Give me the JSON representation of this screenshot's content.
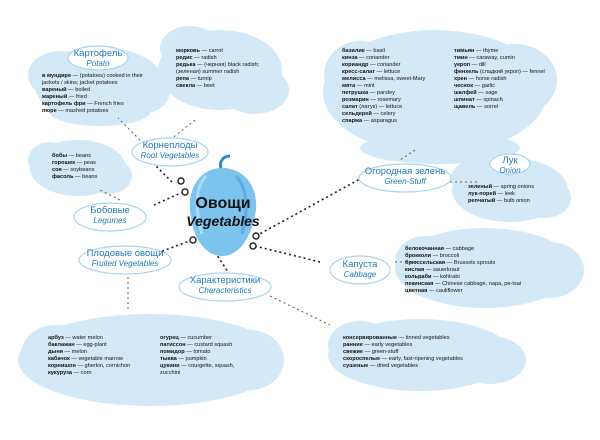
{
  "hub": {
    "ru": "Овощи",
    "en": "Vegetables"
  },
  "branches": {
    "root": {
      "ru": "Корнеплоды",
      "en": "Root Vegetables"
    },
    "potato": {
      "ru": "Картофель",
      "en": "Potato"
    },
    "legumes": {
      "ru": "Бобовые",
      "en": "Legumes"
    },
    "fruited": {
      "ru": "Плодовые овощи",
      "en": "Fruited Vegetables"
    },
    "characteristics": {
      "ru": "Характеристики",
      "en": "Characteristics"
    },
    "greenstuff": {
      "ru": "Огородная зелень",
      "en": "Green-Stuff"
    },
    "onion": {
      "ru": "Лук",
      "en": "Onion"
    },
    "cabbage": {
      "ru": "Капуста",
      "en": "Cabbage"
    }
  },
  "lists": {
    "potato": [
      {
        "k": "в мундире",
        "v": " — (potatoes) cooked in their"
      },
      {
        "k": "",
        "v": "jackets / skins; jacket potatoes"
      },
      {
        "k": "вареный",
        "v": " — boiled"
      },
      {
        "k": "жареный",
        "v": " — fried"
      },
      {
        "k": "картофель фри",
        "v": " — French fries"
      },
      {
        "k": "пюре",
        "v": " — mashed potatoes"
      }
    ],
    "root": [
      {
        "k": "морковь",
        "v": " — carrot"
      },
      {
        "k": "редис",
        "v": " — radish"
      },
      {
        "k": "редька",
        "v": " — (черная) black radish;"
      },
      {
        "k": "",
        "v": "(зеленая) summer radish"
      },
      {
        "k": "репа",
        "v": " — turnip"
      },
      {
        "k": "свекла",
        "v": " — beet"
      }
    ],
    "legumes": [
      {
        "k": "бобы",
        "v": " — beans"
      },
      {
        "k": "горошек",
        "v": " — peas"
      },
      {
        "k": "соя",
        "v": " — soybeans"
      },
      {
        "k": "фасоль",
        "v": " — beans"
      }
    ],
    "green1": [
      {
        "k": "базилик",
        "v": " — basil"
      },
      {
        "k": "кинза",
        "v": " — coriander"
      },
      {
        "k": "кориандр",
        "v": " — coriander"
      },
      {
        "k": "кресс-салат",
        "v": " — lettuce"
      },
      {
        "k": "мелисса",
        "v": " — melissa, sweet-Mary"
      },
      {
        "k": "мята",
        "v": " — mint"
      },
      {
        "k": "петрушка",
        "v": " — parsley"
      },
      {
        "k": "розмарин",
        "v": " — rosemary"
      },
      {
        "k": "салат",
        "v": " (латук) — lettuce"
      },
      {
        "k": "сельдерей",
        "v": " — celery"
      },
      {
        "k": "спаржа",
        "v": " — asparagus"
      }
    ],
    "green2": [
      {
        "k": "тимьян",
        "v": " — thyme"
      },
      {
        "k": "тмин",
        "v": " — caraway, cumin"
      },
      {
        "k": "укроп",
        "v": " — dill"
      },
      {
        "k": "фенхель",
        "v": " (сладкий укроп) — fennel"
      },
      {
        "k": "хрен",
        "v": " — horse radish"
      },
      {
        "k": "чеснок",
        "v": " — garlic"
      },
      {
        "k": "шалфей",
        "v": " — sage"
      },
      {
        "k": "шпинат",
        "v": " — spinach"
      },
      {
        "k": "щавель",
        "v": " — sorrel"
      }
    ],
    "onion": [
      {
        "k": "зеленый",
        "v": " — spring onions"
      },
      {
        "k": "лук-порей",
        "v": " — leek"
      },
      {
        "k": "репчатый",
        "v": " — bulb onion"
      }
    ],
    "cabbage": [
      {
        "k": "белокочанная",
        "v": " — cabbage"
      },
      {
        "k": "брокколи",
        "v": " — broccoli"
      },
      {
        "k": "брюссельская",
        "v": " — Brussels sprouts"
      },
      {
        "k": "кислая",
        "v": " — sauerkraut"
      },
      {
        "k": "кольраби",
        "v": " — kohlrabi"
      },
      {
        "k": "пекинская",
        "v": " — Chinese cabbage, napa, pe-tsai"
      },
      {
        "k": "цветная",
        "v": " — cauliflower"
      }
    ],
    "fruited1": [
      {
        "k": "арбуз",
        "v": " — water melon"
      },
      {
        "k": "баклажан",
        "v": " — egg-plant"
      },
      {
        "k": "дыня",
        "v": " — melon"
      },
      {
        "k": "кабачок",
        "v": " — vegetable marrow"
      },
      {
        "k": "корнишон",
        "v": " — gherkin, cornichon"
      },
      {
        "k": "кукуруза",
        "v": " — corn"
      }
    ],
    "fruited2": [
      {
        "k": "огурец",
        "v": " — cucumber"
      },
      {
        "k": "патиссон",
        "v": " — custard squash"
      },
      {
        "k": "помидор",
        "v": " — tomato"
      },
      {
        "k": "тыква",
        "v": " — pumpkin"
      },
      {
        "k": "цукини",
        "v": " — courgette, squash,"
      },
      {
        "k": "",
        "v": "zucchini"
      }
    ],
    "characteristics": [
      {
        "k": "консервированные",
        "v": " — tinned vegetables"
      },
      {
        "k": "ранние",
        "v": " — early vegetables"
      },
      {
        "k": "свежие",
        "v": " — green-stuff"
      },
      {
        "k": "скороспелые",
        "v": " — early, fast-ripening vegetables"
      },
      {
        "k": "сушеные",
        "v": " — dried vegetables"
      }
    ]
  },
  "colors": {
    "title_blue": "#1d79b6",
    "cloud": "#d3e9f7",
    "pepper": "#7cc3ee"
  }
}
